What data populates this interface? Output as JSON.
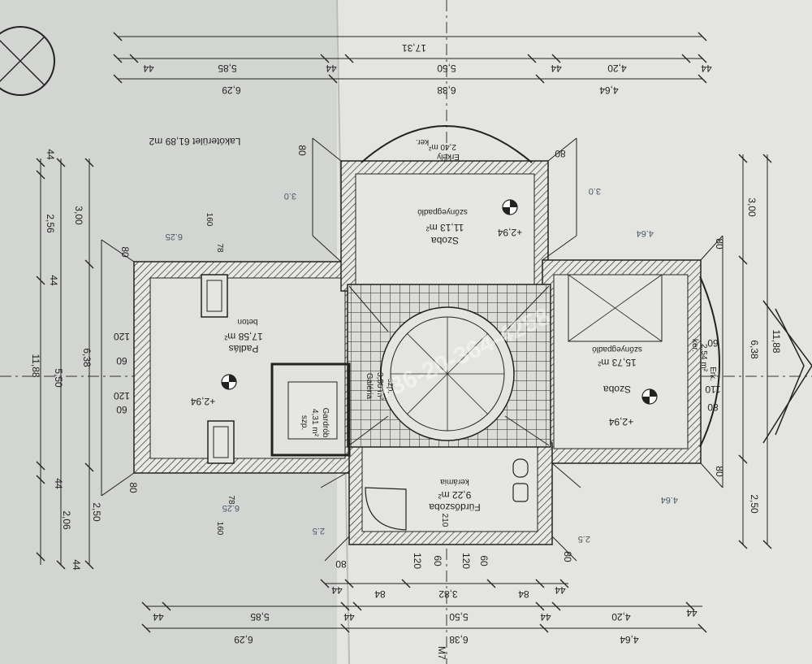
{
  "area_note": "Lakóterület 61,89 m2",
  "rooms": {
    "padlas": {
      "name": "Padlás",
      "area": "17,58 m²",
      "mat": "beton",
      "level": "+2,94"
    },
    "szoba_top": {
      "name": "Szoba",
      "area": "11,13 m²",
      "mat": "szőnyegpadló",
      "level": "+2,94"
    },
    "szoba_right": {
      "name": "Szoba",
      "area": "15,73 m²",
      "mat": "szőnyegpadló",
      "level": "+2,94"
    },
    "garderob": {
      "name": "Gardrób",
      "area": "4,31 m²",
      "mat": "szp."
    },
    "galeria": {
      "name": "Galéria",
      "area": "3,50 m²",
      "mat": "szp."
    },
    "furdo": {
      "name": "Fürdőszoba",
      "area": "9,22 m²",
      "mat": "kerámia"
    },
    "erkely_top": {
      "name": "Erkély",
      "area": "2,40 m²",
      "mat": "ker."
    },
    "erkely_right": {
      "name": "Erk.",
      "area": "2,54 m²",
      "mat": "ker."
    }
  },
  "dims": {
    "top_total": "17,31",
    "top_row2": [
      "44",
      "5,85",
      "44",
      "5,50",
      "44",
      "4,20",
      "44"
    ],
    "top_row3": [
      "6,29",
      "6,38",
      "4,64"
    ],
    "bottom_row1": [
      "44",
      "84",
      "3,82",
      "84",
      "44"
    ],
    "bottom_row2": [
      "44",
      "5,85",
      "44",
      "5,50",
      "44",
      "4,20",
      "44"
    ],
    "bottom_row3": [
      "6,29",
      "6,38",
      "4,64"
    ],
    "left_col1": [
      "44",
      "2,56",
      "44",
      "5,50",
      "44",
      "2,06",
      "44"
    ],
    "left_col2": "11,88",
    "left_col3": [
      "3,00",
      "6,38",
      "2,50"
    ],
    "right_col1": [
      "3,00",
      "6,38",
      "2,50"
    ],
    "right_col2": "11,88",
    "openings_left": [
      "120",
      "60",
      "120",
      "60",
      "80",
      "80"
    ],
    "openings_bottom": [
      "120",
      "60",
      "120",
      "60",
      "80",
      "80"
    ],
    "openings_right": [
      "80",
      "80",
      "110",
      "60",
      "80"
    ],
    "openings_top": [
      "80",
      "80"
    ],
    "window_heights": [
      "160",
      "78",
      "160",
      "78"
    ],
    "small_210": "210"
  },
  "pencil_notes": [
    "3.0",
    "3.0",
    "6.25",
    "4.64",
    "6.25",
    "4.64",
    "2.5",
    "2.5"
  ],
  "watermark": "+36-20-364-4258",
  "corner_note": "M7"
}
